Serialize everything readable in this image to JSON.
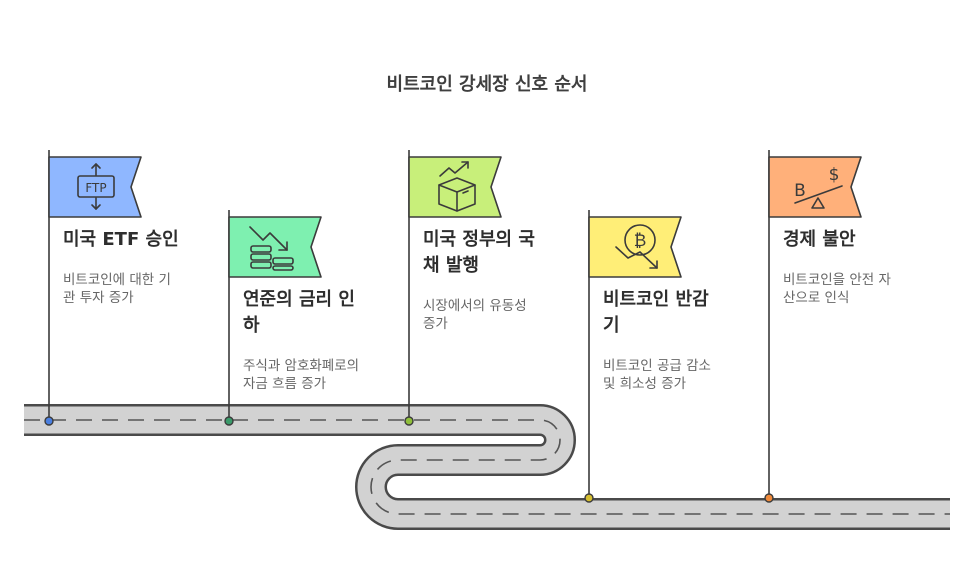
{
  "title": "비트코인 강세장 신호 순서",
  "steps": [
    {
      "heading_lines": [
        "미국 ETF 승인"
      ],
      "desc_lines": [
        "비트코인에 대한 기",
        "관 투자 증가"
      ],
      "icon": "ftp-icon",
      "color": "#8fb7ff",
      "dot_color": "#4a7fe0"
    },
    {
      "heading_lines": [
        "연준의 금리 인",
        "하"
      ],
      "desc_lines": [
        "주식과 암호화폐로의",
        "자금 흐름 증가"
      ],
      "icon": "falling-money-icon",
      "color": "#7ef0b0",
      "dot_color": "#3a9a6a"
    },
    {
      "heading_lines": [
        "미국 정부의 국",
        "채 발행"
      ],
      "desc_lines": [
        "시장에서의 유동성",
        "증가"
      ],
      "icon": "box-growth-icon",
      "color": "#c8ef7a",
      "dot_color": "#8fbf3a"
    },
    {
      "heading_lines": [
        "비트코인 반감",
        "기"
      ],
      "desc_lines": [
        "비트코인 공급 감소",
        "및 희소성 증가"
      ],
      "icon": "bitcoin-down-icon",
      "color": "#ffee77",
      "dot_color": "#d6bf30"
    },
    {
      "heading_lines": [
        "경제 불안"
      ],
      "desc_lines": [
        "비트코인을 안전 자",
        "산으로 인식"
      ],
      "icon": "seesaw-bitcoin-dollar-icon",
      "color": "#ffb07a",
      "dot_color": "#f08a3a"
    }
  ]
}
